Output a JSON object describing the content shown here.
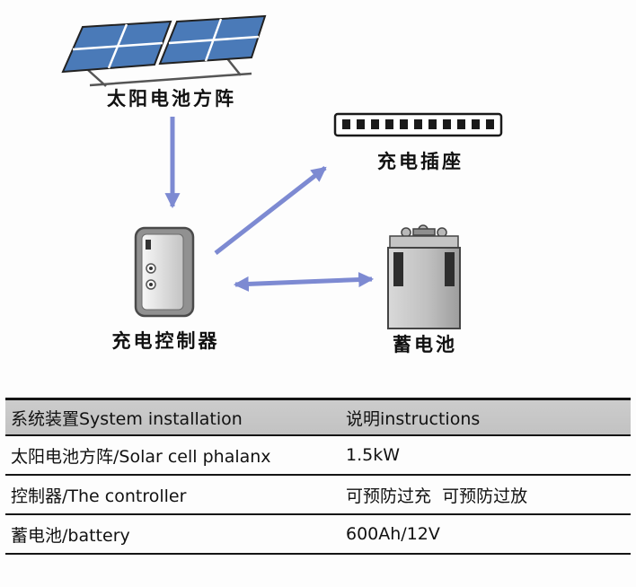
{
  "diagram": {
    "labels": {
      "solar": "太阳电池方阵",
      "socket": "充电插座",
      "controller": "充电控制器",
      "battery": "蓄电池"
    },
    "colors": {
      "arrow": "#7d8ad2",
      "panel_blue": "#4a7ab8",
      "header_gray": "#c6c6c6"
    }
  },
  "table": {
    "headers": [
      "系统装置System installation",
      "说明instructions"
    ],
    "rows": [
      {
        "device": "太阳电池方阵/Solar cell phalanx",
        "spec": "1.5kW"
      },
      {
        "device": "控制器/The controller",
        "spec": "可预防过充  可预防过放"
      },
      {
        "device": "蓄电池/battery",
        "spec": "600Ah/12V"
      }
    ]
  }
}
